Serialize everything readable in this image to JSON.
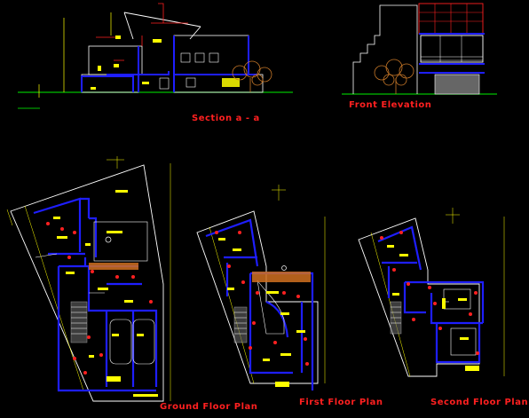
{
  "labels": {
    "section": "Section  a - a",
    "front_elevation": "Front Elevation",
    "ground_floor": "Ground Floor Plan",
    "first_floor": "First Floor Plan",
    "second_floor": "Second Floor Plan"
  },
  "colors": {
    "background": "#000000",
    "wall": "#1e1eff",
    "line": "#ffffff",
    "annotation": "#ffff00",
    "dimension": "#ff2020",
    "ground": "#00c000",
    "tree": "#c87828",
    "stair_fill": "#666666",
    "accent_orange": "#d07020"
  }
}
